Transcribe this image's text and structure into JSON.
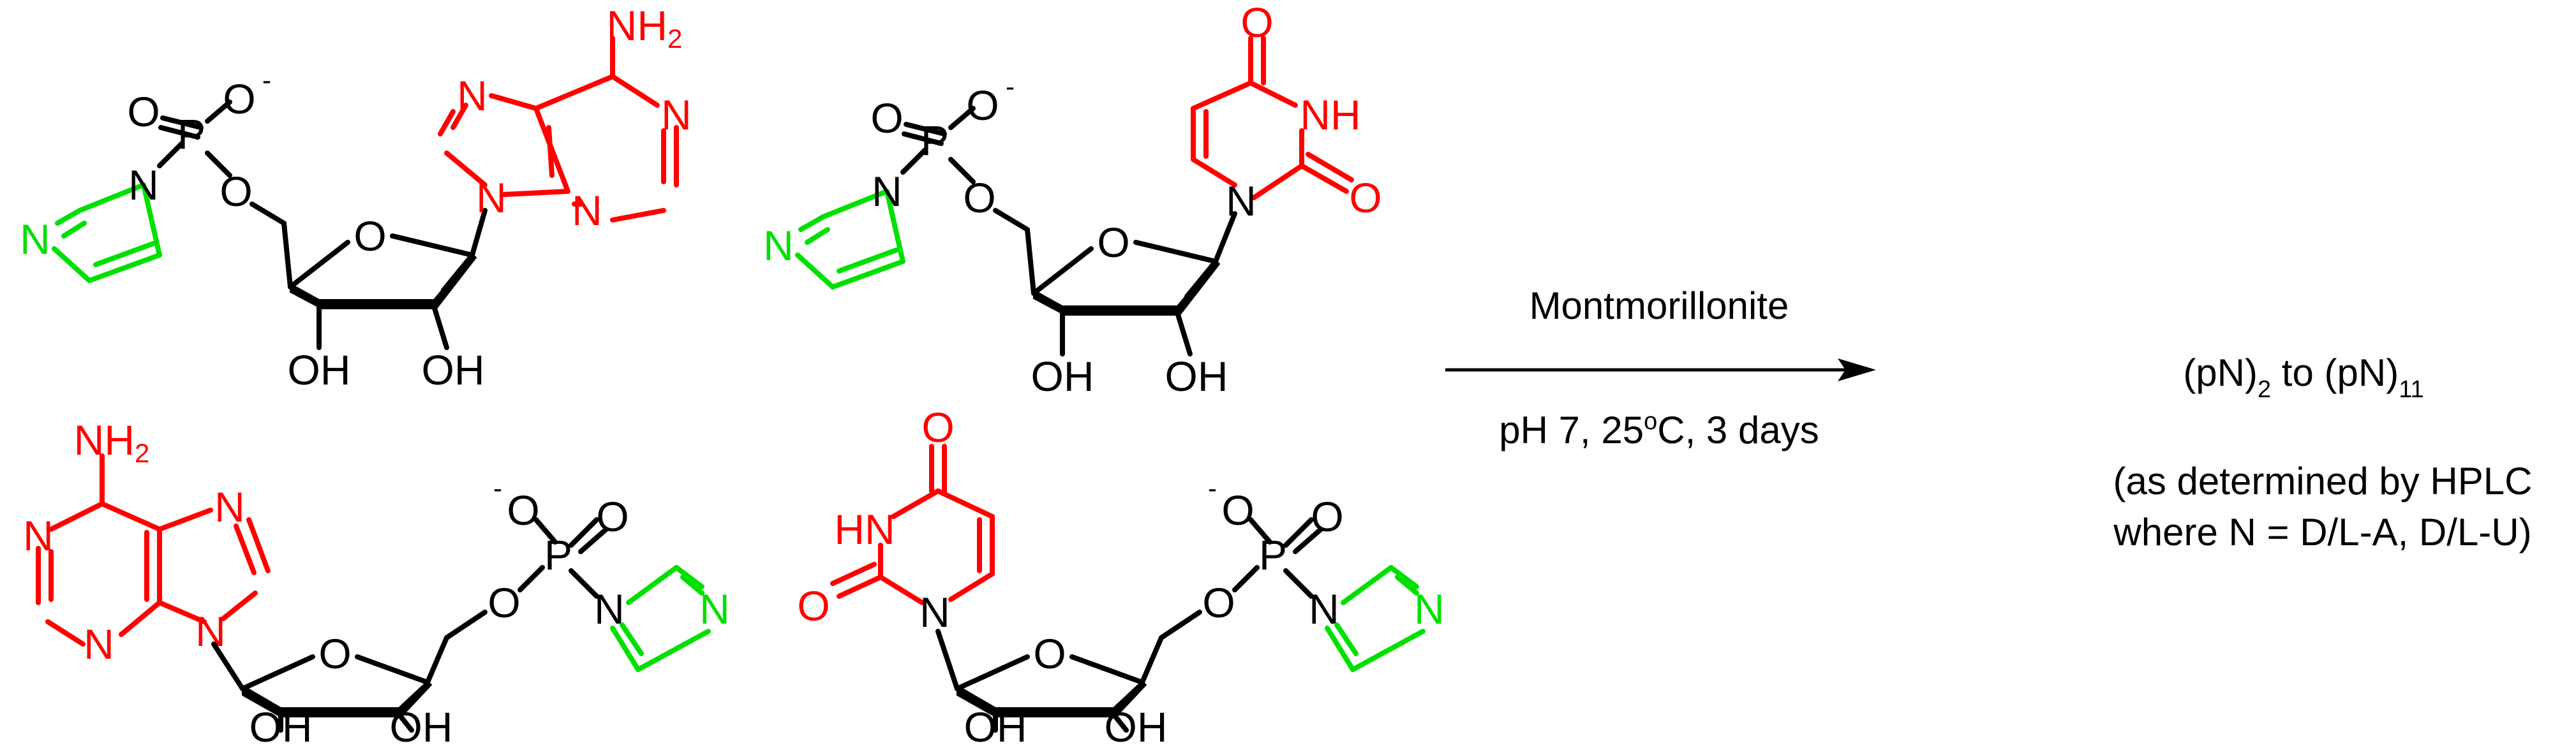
{
  "molecules": [
    {
      "id": "imidazolide-adenosine-top",
      "atoms": {
        "nh2": "NH",
        "nh2_sub": "2",
        "n7": "N",
        "n1": "N",
        "n3": "N",
        "n9": "N",
        "ring_o": "O",
        "oh2": "OH",
        "oh3": "OH",
        "p": "P",
        "o_dbl": "O",
        "o_neg": "O",
        "o_neg_charge": "-",
        "o_ester": "O",
        "im_n1": "N",
        "im_n3": "N"
      }
    },
    {
      "id": "imidazolide-uridine-top",
      "atoms": {
        "o4": "O",
        "n3h": "NH",
        "o2": "O",
        "n1": "N",
        "ring_o": "O",
        "oh2": "OH",
        "oh3": "OH",
        "p": "P",
        "o_dbl": "O",
        "o_neg": "O",
        "o_neg_charge": "-",
        "o_ester": "O",
        "im_n1": "N",
        "im_n3": "N"
      }
    },
    {
      "id": "imidazolide-adenosine-bottom",
      "atoms": {
        "nh2": "NH",
        "nh2_sub": "2",
        "n7": "N",
        "n1": "N",
        "n3": "N",
        "n9": "N",
        "ring_o": "O",
        "oh2": "OH",
        "oh3": "OH",
        "p": "P",
        "o_dbl": "O",
        "o_neg": "O",
        "o_neg_charge": "-",
        "o_ester": "O",
        "im_n1": "N",
        "im_n3": "N"
      }
    },
    {
      "id": "imidazolide-uridine-bottom",
      "atoms": {
        "o4": "O",
        "n3h": "HN",
        "o2": "O",
        "n1": "N",
        "ring_o": "O",
        "oh2": "OH",
        "oh3": "OH",
        "p": "P",
        "o_dbl": "O",
        "o_neg": "O",
        "o_neg_charge": "-",
        "o_ester": "O",
        "im_n1": "N",
        "im_n3": "N"
      }
    }
  ],
  "reaction": {
    "reagent": "Montmorillonite",
    "conditions_pre": "pH 7, 25",
    "conditions_sup": "o",
    "conditions_post": "C, 3 days"
  },
  "product": {
    "range_a": "(pN)",
    "range_a_sub": "2",
    "range_mid": " to ",
    "range_b": "(pN)",
    "range_b_sub": "11",
    "note_line1": "(as determined by HPLC",
    "note_line2": "where N = D/L-A, D/L-U)"
  },
  "colors": {
    "nucleobase": "#ff0000",
    "imidazole": "#00e000",
    "backbone": "#000000"
  }
}
